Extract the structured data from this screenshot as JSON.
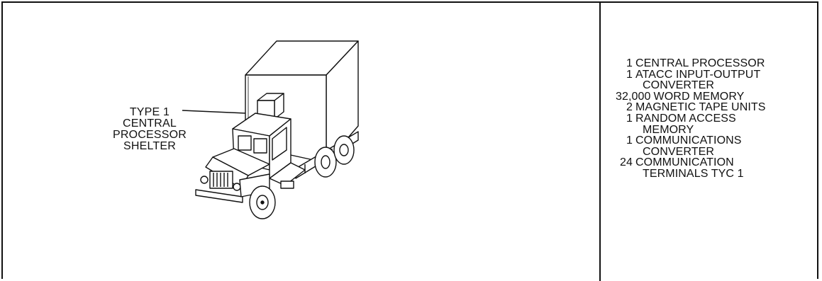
{
  "callout": {
    "lines": [
      "TYPE 1",
      "CENTRAL",
      "PROCESSOR",
      "SHELTER"
    ]
  },
  "illustration": {
    "subject": "truck-with-shelter-icon"
  },
  "equipment_list": [
    {
      "qty": "1",
      "text": "CENTRAL PROCESSOR"
    },
    {
      "qty": "1",
      "text": "ATACC INPUT-OUTPUT"
    },
    {
      "qty": "",
      "text": "CONVERTER"
    },
    {
      "qty": "32,000",
      "text": "WORD MEMORY"
    },
    {
      "qty": "2",
      "text": "MAGNETIC TAPE UNITS"
    },
    {
      "qty": "1",
      "text": "RANDOM ACCESS"
    },
    {
      "qty": "",
      "text": "MEMORY"
    },
    {
      "qty": "1",
      "text": "COMMUNICATIONS"
    },
    {
      "qty": "",
      "text": "CONVERTER"
    },
    {
      "qty": "24",
      "text": "COMMUNICATION"
    },
    {
      "qty": "",
      "text": "TERMINALS TYC 1"
    }
  ]
}
